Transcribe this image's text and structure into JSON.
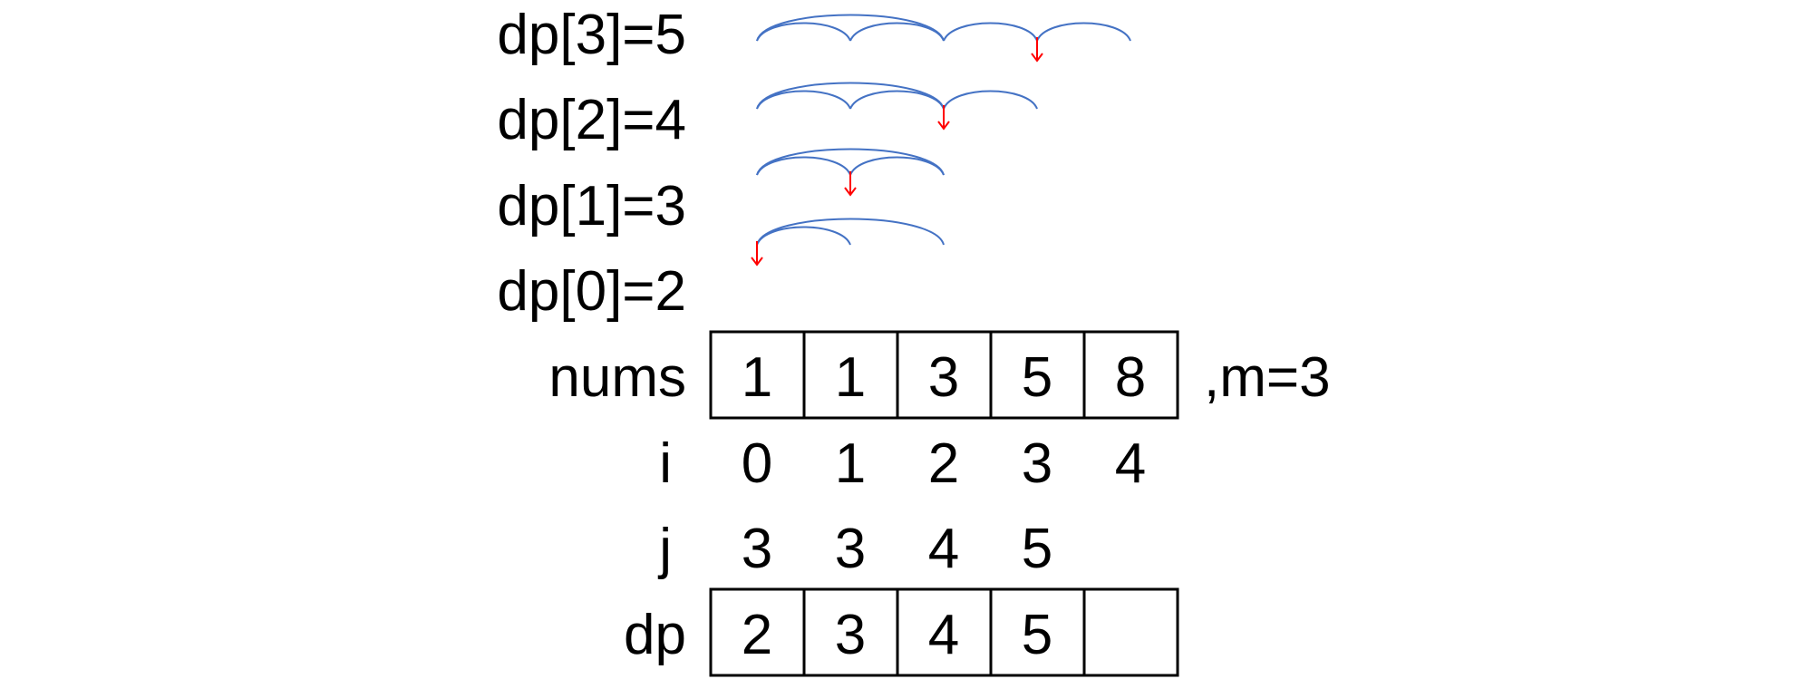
{
  "dp_rows": [
    {
      "label": "dp[3]=5",
      "target": 3,
      "arcs": [
        [
          0,
          2
        ],
        [
          0,
          1
        ],
        [
          1,
          2
        ],
        [
          2,
          3
        ],
        [
          3,
          4
        ]
      ]
    },
    {
      "label": "dp[2]=4",
      "target": 2,
      "arcs": [
        [
          0,
          2
        ],
        [
          0,
          1
        ],
        [
          1,
          2
        ],
        [
          2,
          3
        ]
      ]
    },
    {
      "label": "dp[1]=3",
      "target": 1,
      "arcs": [
        [
          0,
          2
        ],
        [
          0,
          1
        ],
        [
          1,
          2
        ]
      ]
    },
    {
      "label": "dp[0]=2",
      "target": 0,
      "arcs": [
        [
          0,
          2
        ],
        [
          0,
          1
        ]
      ]
    }
  ],
  "nums": {
    "label": "nums",
    "values": [
      "1",
      "1",
      "3",
      "5",
      "8"
    ],
    "suffix": ",m=3"
  },
  "i_row": {
    "label": "i",
    "values": [
      "0",
      "1",
      "2",
      "3",
      "4"
    ]
  },
  "j_row": {
    "label": "j",
    "values": [
      "3",
      "3",
      "4",
      "5"
    ]
  },
  "dp": {
    "label": "dp",
    "values": [
      "2",
      "3",
      "4",
      "5",
      ""
    ]
  },
  "colors": {
    "arc": "#4472c4",
    "arrow": "#ff0000",
    "grid": "#000000"
  }
}
